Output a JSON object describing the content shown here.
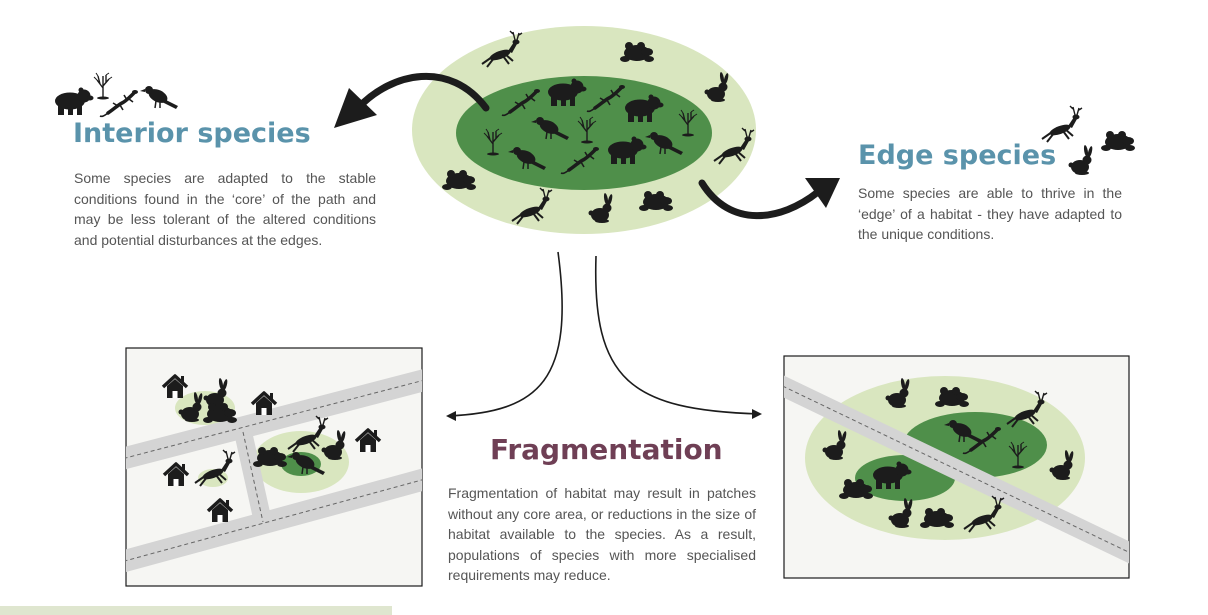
{
  "interior": {
    "title": "Interior species",
    "text": "Some species are adapted to the stable conditions found in the ‘core’ of the path and may be less tolerant of the altered conditions and potential disturbances at the edges."
  },
  "edge": {
    "title": "Edge species",
    "text": "Some species are able to thrive in the ‘edge’ of a habitat - they have adapted to the unique conditions."
  },
  "fragmentation": {
    "title": "Fragmentation",
    "text": "Fragmentation of habitat may result in patches without any core area, or reductions in the size of habitat available to the species. As a result, populations of species with more specialised requirements may reduce."
  },
  "colors": {
    "heading_blue": "#5a93ab",
    "heading_purple": "#6f3f55",
    "habitat_edge": "#d9e6bf",
    "habitat_core": "#4f8f4a",
    "animal": "#1c1c1c",
    "road": "#d4d4d4"
  },
  "icons": [
    "bear-icon",
    "tree-icon",
    "lizard-icon",
    "bird-icon",
    "deer-icon",
    "frog-icon",
    "rabbit-icon",
    "house-icon"
  ]
}
